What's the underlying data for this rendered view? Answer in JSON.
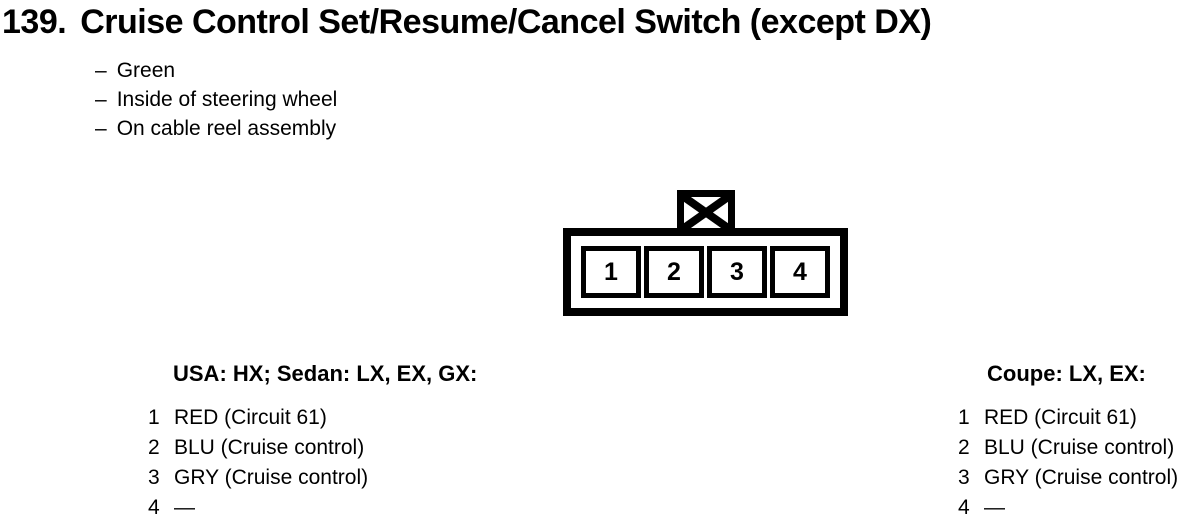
{
  "header": {
    "number": "139.",
    "title": "Cruise Control Set/Resume/Cancel Switch (except DX)"
  },
  "notes": [
    {
      "bullet": "–",
      "text": "Green"
    },
    {
      "bullet": "–",
      "text": "Inside of steering wheel"
    },
    {
      "bullet": "–",
      "text": "On cable reel assembly"
    }
  ],
  "connector": {
    "pins": [
      "1",
      "2",
      "3",
      "4"
    ]
  },
  "pinouts": [
    {
      "heading": "USA: HX; Sedan: LX, EX, GX:",
      "rows": [
        {
          "pin": "1",
          "desc": "RED (Circuit 61)"
        },
        {
          "pin": "2",
          "desc": "BLU (Cruise control)"
        },
        {
          "pin": "3",
          "desc": "GRY (Cruise control)"
        },
        {
          "pin": "4",
          "desc": "—"
        }
      ]
    },
    {
      "heading": "Coupe: LX, EX:",
      "rows": [
        {
          "pin": "1",
          "desc": "RED (Circuit 61)"
        },
        {
          "pin": "2",
          "desc": "BLU (Cruise control)"
        },
        {
          "pin": "3",
          "desc": "GRY (Cruise control)"
        },
        {
          "pin": "4",
          "desc": "—"
        }
      ]
    }
  ]
}
